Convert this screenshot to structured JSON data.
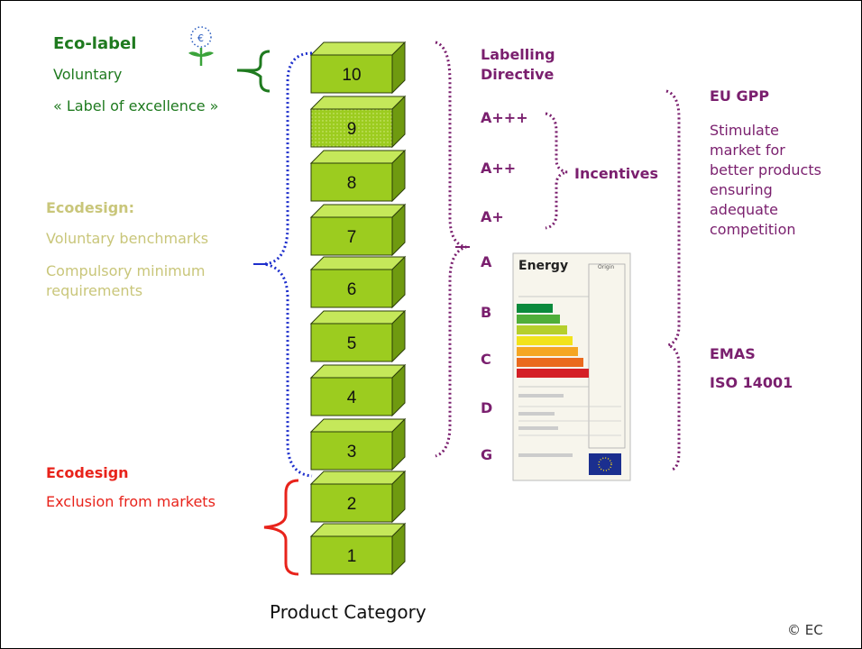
{
  "ecolabel": {
    "title": "Eco-label",
    "voluntary": "Voluntary",
    "excellence": "« Label of excellence »"
  },
  "ecodesign_top": {
    "title": "Ecodesign:",
    "benchmarks": "Voluntary benchmarks",
    "minimum_line1": "Compulsory minimum",
    "minimum_line2": "requirements"
  },
  "ecodesign_bottom": {
    "title": "Ecodesign",
    "exclusion": "Exclusion from markets"
  },
  "boxes": [
    "10",
    "9",
    "8",
    "7",
    "6",
    "5",
    "4",
    "3",
    "2",
    "1"
  ],
  "axis_label": "Product Category",
  "labelling": {
    "title_line1": "Labelling",
    "title_line2": "Directive",
    "classes": [
      "A+++",
      "A++",
      "A+",
      "A",
      "B",
      "C",
      "D",
      "G"
    ],
    "incentives": "Incentives"
  },
  "energy_label": {
    "title": "Energy",
    "header_right": "Origin"
  },
  "gpp": {
    "title": "EU GPP",
    "text": [
      "Stimulate",
      "market for",
      "better products",
      "ensuring",
      "adequate",
      "competition"
    ]
  },
  "emas": {
    "title": "EMAS",
    "iso": "ISO 14001"
  },
  "copyright": "© EC",
  "colors": {
    "box_face": "#9ccc1f",
    "box_top": "#c5e85a",
    "box_side": "#6f9a10",
    "ecolabel_green": "#1f7a1f",
    "ecodesign_khaki": "#c9c67a",
    "ecodesign_red": "#e8231b",
    "directive_purple": "#7a1f6e",
    "dotted_blue": "#1e2fcc"
  }
}
